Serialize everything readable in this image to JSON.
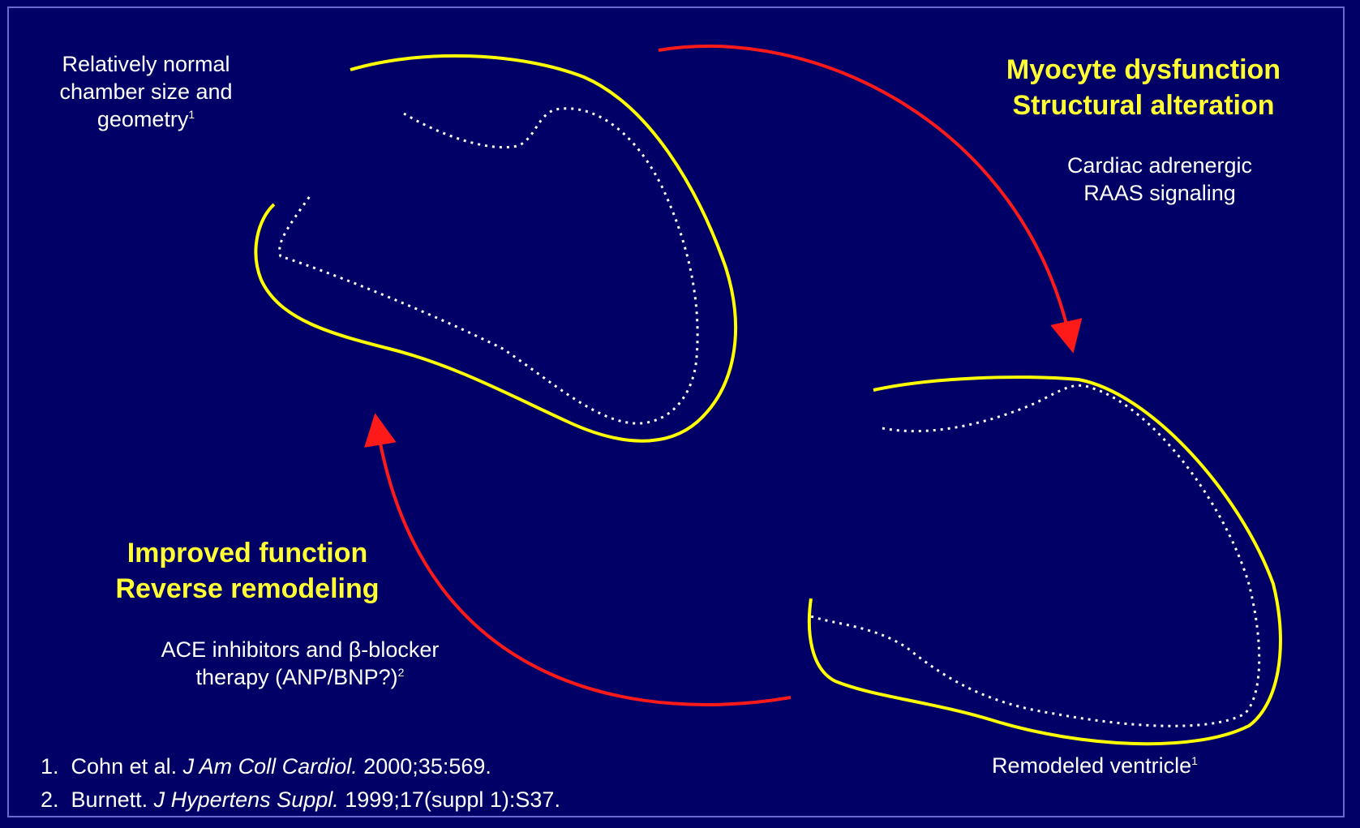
{
  "top_left": {
    "line1": "Relatively normal",
    "line2": "chamber size and",
    "line3": "geometry",
    "sup": "1"
  },
  "top_right": {
    "highlight1": "Myocyte dysfunction",
    "highlight2": "Structural alteration",
    "detail1": "Cardiac adrenergic",
    "detail2": "RAAS signaling"
  },
  "bottom_left": {
    "highlight1": "Improved function",
    "highlight2": "Reverse remodeling",
    "detail1": "ACE inhibitors and β-blocker",
    "detail2": "therapy (ANP/BNP?)",
    "sup": "2"
  },
  "bottom_right": {
    "label": "Remodeled ventricle",
    "sup": "1"
  },
  "references": [
    {
      "num": "1.",
      "author": "Cohn et al.",
      "journal": "J Am Coll Cardiol.",
      "cite": "2000;35:569."
    },
    {
      "num": "2.",
      "author": "Burnett.",
      "journal": "J Hypertens Suppl.",
      "cite": "1999;17(suppl 1):S37."
    }
  ],
  "colors": {
    "background": "#000066",
    "outline": "#ffff00",
    "arrow": "#ff1a1a",
    "dotted": "#ffffff",
    "highlight_text": "#ffff33"
  }
}
